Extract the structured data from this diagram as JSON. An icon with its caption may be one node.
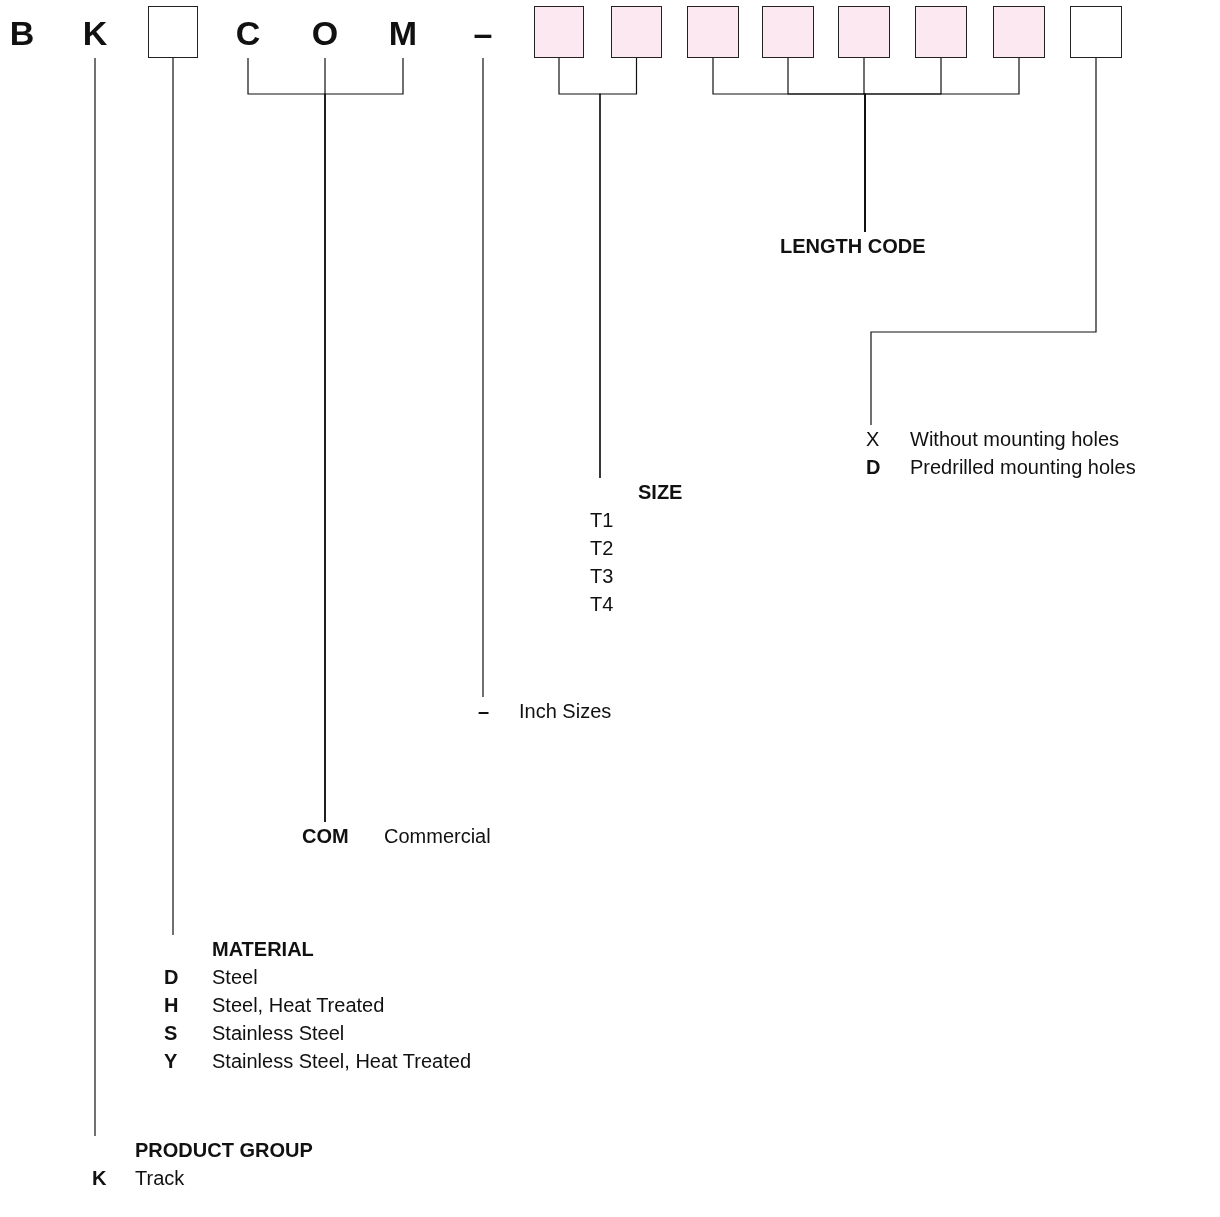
{
  "diagram": {
    "nodes": [
      {
        "text": [
          "B"
        ]
      },
      {
        "text": [
          "K"
        ]
      },
      {
        "text": [],
        "shape": "box"
      },
      {
        "text": [
          "C"
        ]
      },
      {
        "text": [
          "O"
        ]
      },
      {
        "text": [
          "M"
        ]
      },
      {
        "text": [
          "–"
        ]
      },
      {
        "text": [],
        "shape": "box"
      },
      {
        "text": [],
        "shape": "box"
      },
      {
        "text": [],
        "shape": "box"
      },
      {
        "text": [],
        "shape": "box"
      },
      {
        "text": [],
        "shape": "box"
      },
      {
        "text": [],
        "shape": "box"
      },
      {
        "text": [],
        "shape": "box"
      },
      {
        "text": [],
        "shape": "box"
      },
      {
        "text": [
          "PRODUCT GROUP",
          "K",
          "Track"
        ]
      },
      {
        "text": [
          "MATERIAL",
          "D",
          "Steel",
          "H",
          "Steel, Heat Treated",
          "S",
          "Stainless Steel",
          "Y",
          "Stainless Steel, Heat Treated"
        ]
      },
      {
        "text": [
          "COM",
          "Commercial"
        ]
      },
      {
        "text": [
          "–",
          "Inch Sizes"
        ]
      },
      {
        "text": [
          "SIZE",
          "T1",
          "T2",
          "T3",
          "T4"
        ]
      },
      {
        "text": [
          "LENGTH CODE"
        ]
      },
      {
        "text": [
          "X",
          "Without mounting holes",
          "D",
          "Predrilled mounting holes"
        ]
      }
    ],
    "edges": [
      {
        "from": 1,
        "to": 15,
        "arrow": "none"
      },
      {
        "from": 2,
        "to": 16,
        "arrow": "none"
      },
      {
        "from": 3,
        "to": 17,
        "arrow": "none"
      },
      {
        "from": 4,
        "to": 17,
        "arrow": "none"
      },
      {
        "from": 5,
        "to": 17,
        "arrow": "none"
      },
      {
        "from": 6,
        "to": 18,
        "arrow": "none"
      },
      {
        "from": 7,
        "to": 19,
        "arrow": "none"
      },
      {
        "from": 8,
        "to": 19,
        "arrow": "none"
      },
      {
        "from": 9,
        "to": 20,
        "arrow": "none"
      },
      {
        "from": 10,
        "to": 20,
        "arrow": "none"
      },
      {
        "from": 11,
        "to": 20,
        "arrow": "none"
      },
      {
        "from": 12,
        "to": 20,
        "arrow": "none"
      },
      {
        "from": 13,
        "to": 20,
        "arrow": "none"
      },
      {
        "from": 14,
        "to": 21,
        "arrow": "none"
      }
    ]
  }
}
